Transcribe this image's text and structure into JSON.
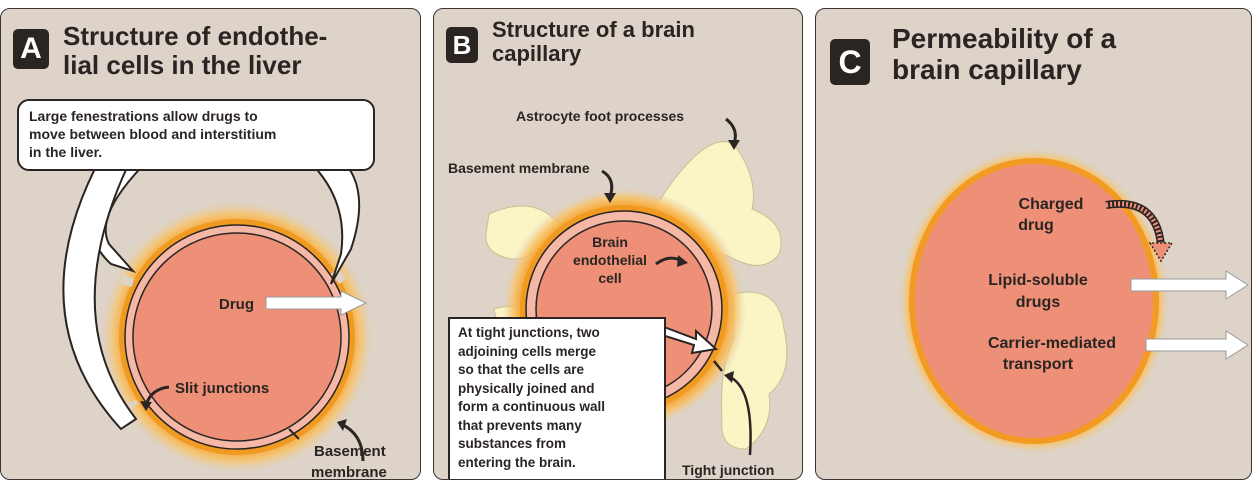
{
  "panel_a": {
    "badge": "A",
    "title_line1": "Structure of endothe-",
    "title_line2": "lial cells in the liver",
    "callout_line1": "Large fenestrations allow drugs to",
    "callout_line2": "move between blood and interstitium",
    "callout_line3": "in the liver.",
    "drug_label": "Drug",
    "slit_label": "Slit junctions",
    "basement_line1": "Basement",
    "basement_line2": "membrane"
  },
  "panel_b": {
    "badge": "B",
    "title_line1": "Structure of a brain",
    "title_line2": "capillary",
    "astrocyte_label": "Astrocyte foot processes",
    "basement_label": "Basement membrane",
    "brain_line1": "Brain",
    "brain_line2": "endothelial",
    "brain_line3": "cell",
    "callout_lines": [
      "At tight junctions, two",
      "adjoining cells merge",
      "so that the cells are",
      "physically joined and",
      "form a continuous wall",
      "that prevents many",
      "substances from",
      "entering the brain."
    ],
    "tight_label": "Tight junction"
  },
  "panel_c": {
    "badge": "C",
    "title_line1": "Permeability of a",
    "title_line2": "brain capillary",
    "charged_line1": "Charged",
    "charged_line2": "drug",
    "lipid_line1": "Lipid-soluble",
    "lipid_line2": "drugs",
    "carrier_line1": "Carrier-mediated",
    "carrier_line2": "transport"
  },
  "colors": {
    "panel_bg": "#ddd3c8",
    "cell_fill": "#ee9077",
    "membrane_orange": "#f39a1f",
    "astrocyte": "#fbf4c4",
    "dark": "#2a2523"
  }
}
